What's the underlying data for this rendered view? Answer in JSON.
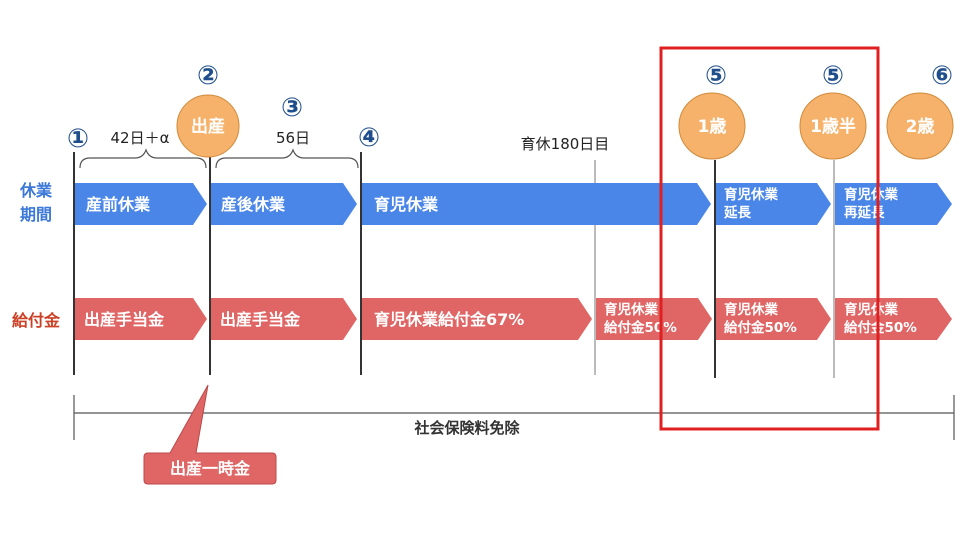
{
  "row_labels": {
    "leave_line1": "休業",
    "leave_line2": "期間",
    "benefit": "給付金"
  },
  "markers": {
    "m1": "①",
    "m2": "②",
    "m3": "③",
    "m4": "④",
    "m5a": "⑤",
    "m5b": "⑤",
    "m6": "⑥"
  },
  "spans": {
    "before": "42日＋α",
    "after": "56日",
    "day180": "育休180日目"
  },
  "circles": {
    "birth": "出産",
    "age1": "1歳",
    "age1_5": "1歳半",
    "age2": "2歳"
  },
  "leave_row": {
    "prenatal": "産前休業",
    "postnatal": "産後休業",
    "childcare": "育児休業",
    "ext_line1": "育児休業",
    "ext_line2": "延長",
    "reext_line1": "育児休業",
    "reext_line2": "再延長"
  },
  "benefit_row": {
    "allowance1": "出産手当金",
    "allowance2": "出産手当金",
    "childcare67": "育児休業給付金67%",
    "b50a_line1": "育児休業",
    "b50a_line2": "給付金50%",
    "b50b_line1": "育児休業",
    "b50b_line2": "給付金50%",
    "b50c_line1": "育児休業",
    "b50c_line2": "給付金50%"
  },
  "social_insurance": "社会保険料免除",
  "lump_sum": "出産一時金",
  "colors": {
    "blue": "#4a86e8",
    "red": "#e06666",
    "orange": "#f6b26b",
    "highlight": "#e02020",
    "label_blue": "#3c78d8",
    "label_red": "#cc4125"
  }
}
